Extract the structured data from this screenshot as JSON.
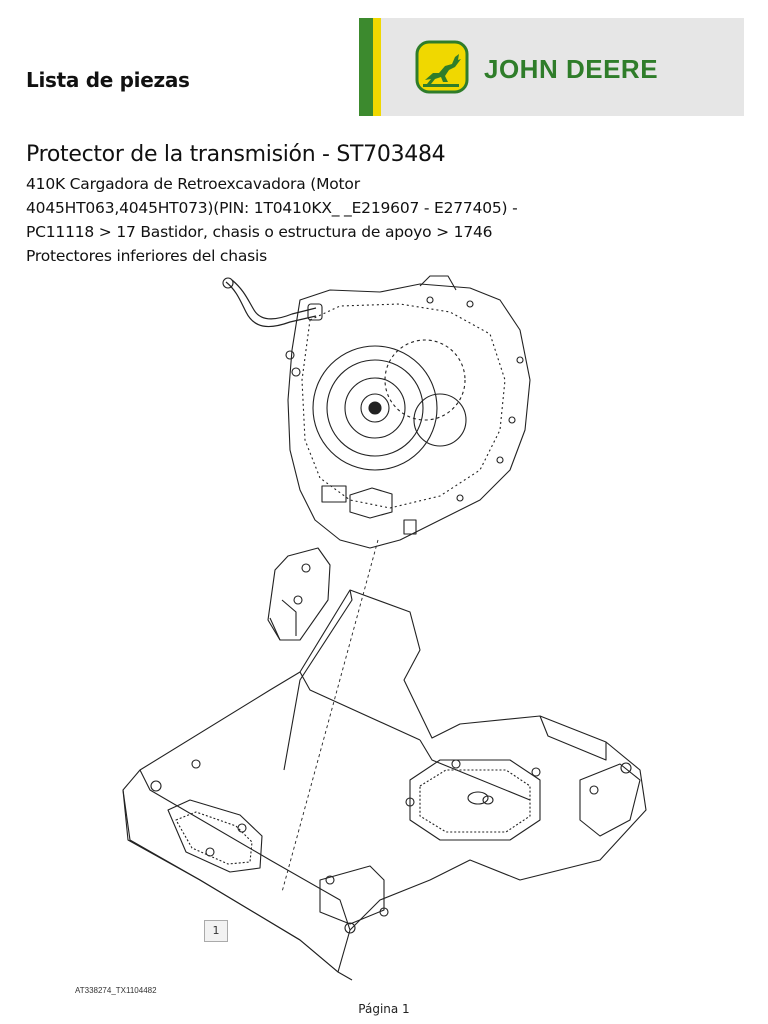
{
  "header": {
    "title": "Lista de piezas",
    "brand": "JOHN DEERE"
  },
  "document": {
    "title": "Protector de la transmisión - ST703484",
    "subtitle_lines": [
      "410K Cargadora de Retroexcavadora (Motor",
      "4045HT063,4045HT073)(PIN: 1T0410KX_ _E219607 - E277405) -",
      "PC11118 > 17 Bastidor, chasis o estructura de apoyo > 1746",
      "Protectores inferiores del chasis"
    ]
  },
  "drawing": {
    "callout_label": "1",
    "reference_code": "AT338274_TX1104482"
  },
  "footer": {
    "page": "Página 1"
  },
  "colors": {
    "brand_green": "#2f7d2a",
    "brand_yellow": "#f0d800",
    "logo_bg": "#e6e6e6"
  }
}
